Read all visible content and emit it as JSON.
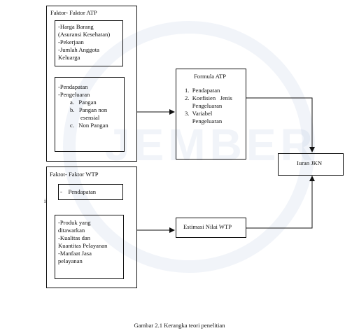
{
  "watermark": {
    "text": "JEMBER"
  },
  "atp_factors": {
    "title": "Faktor- Faktor ATP",
    "group1": [
      "-Harga Barang",
      "(Asuransi Kesehatan)",
      "-Pekerjaan",
      "-Jumlah Anggota",
      "Keluarga"
    ],
    "group2_head": [
      "-Pendapatan",
      "-Pengeluaran"
    ],
    "group2_items": [
      "a.   Pangan",
      "b.   Pangan non",
      "       esensial",
      "c.   Non Pangan"
    ]
  },
  "formula_atp": {
    "title": "Formula ATP",
    "items": [
      "1.  Pendapatan",
      "2.  Koefisien   Jenis",
      "     Pengeluaran",
      "3.  Variabel",
      "     Pengeluaran"
    ]
  },
  "iuran": {
    "title": "Iuran JKN"
  },
  "wtp_factors": {
    "title": "Faktot- Faktor WTP",
    "stray_mark": "i",
    "group1": "-    Pendapatan",
    "group2": [
      "-Produk yang",
      "ditawarkan",
      "-Kualitas dan",
      "Kuantitas Pelayanan",
      "-Manfaat Jasa",
      "pelayanan"
    ]
  },
  "estimasi": {
    "title": "Estimasi Nilai WTP"
  },
  "caption": "Gambar 2.1 Kerangka teori penelitian"
}
